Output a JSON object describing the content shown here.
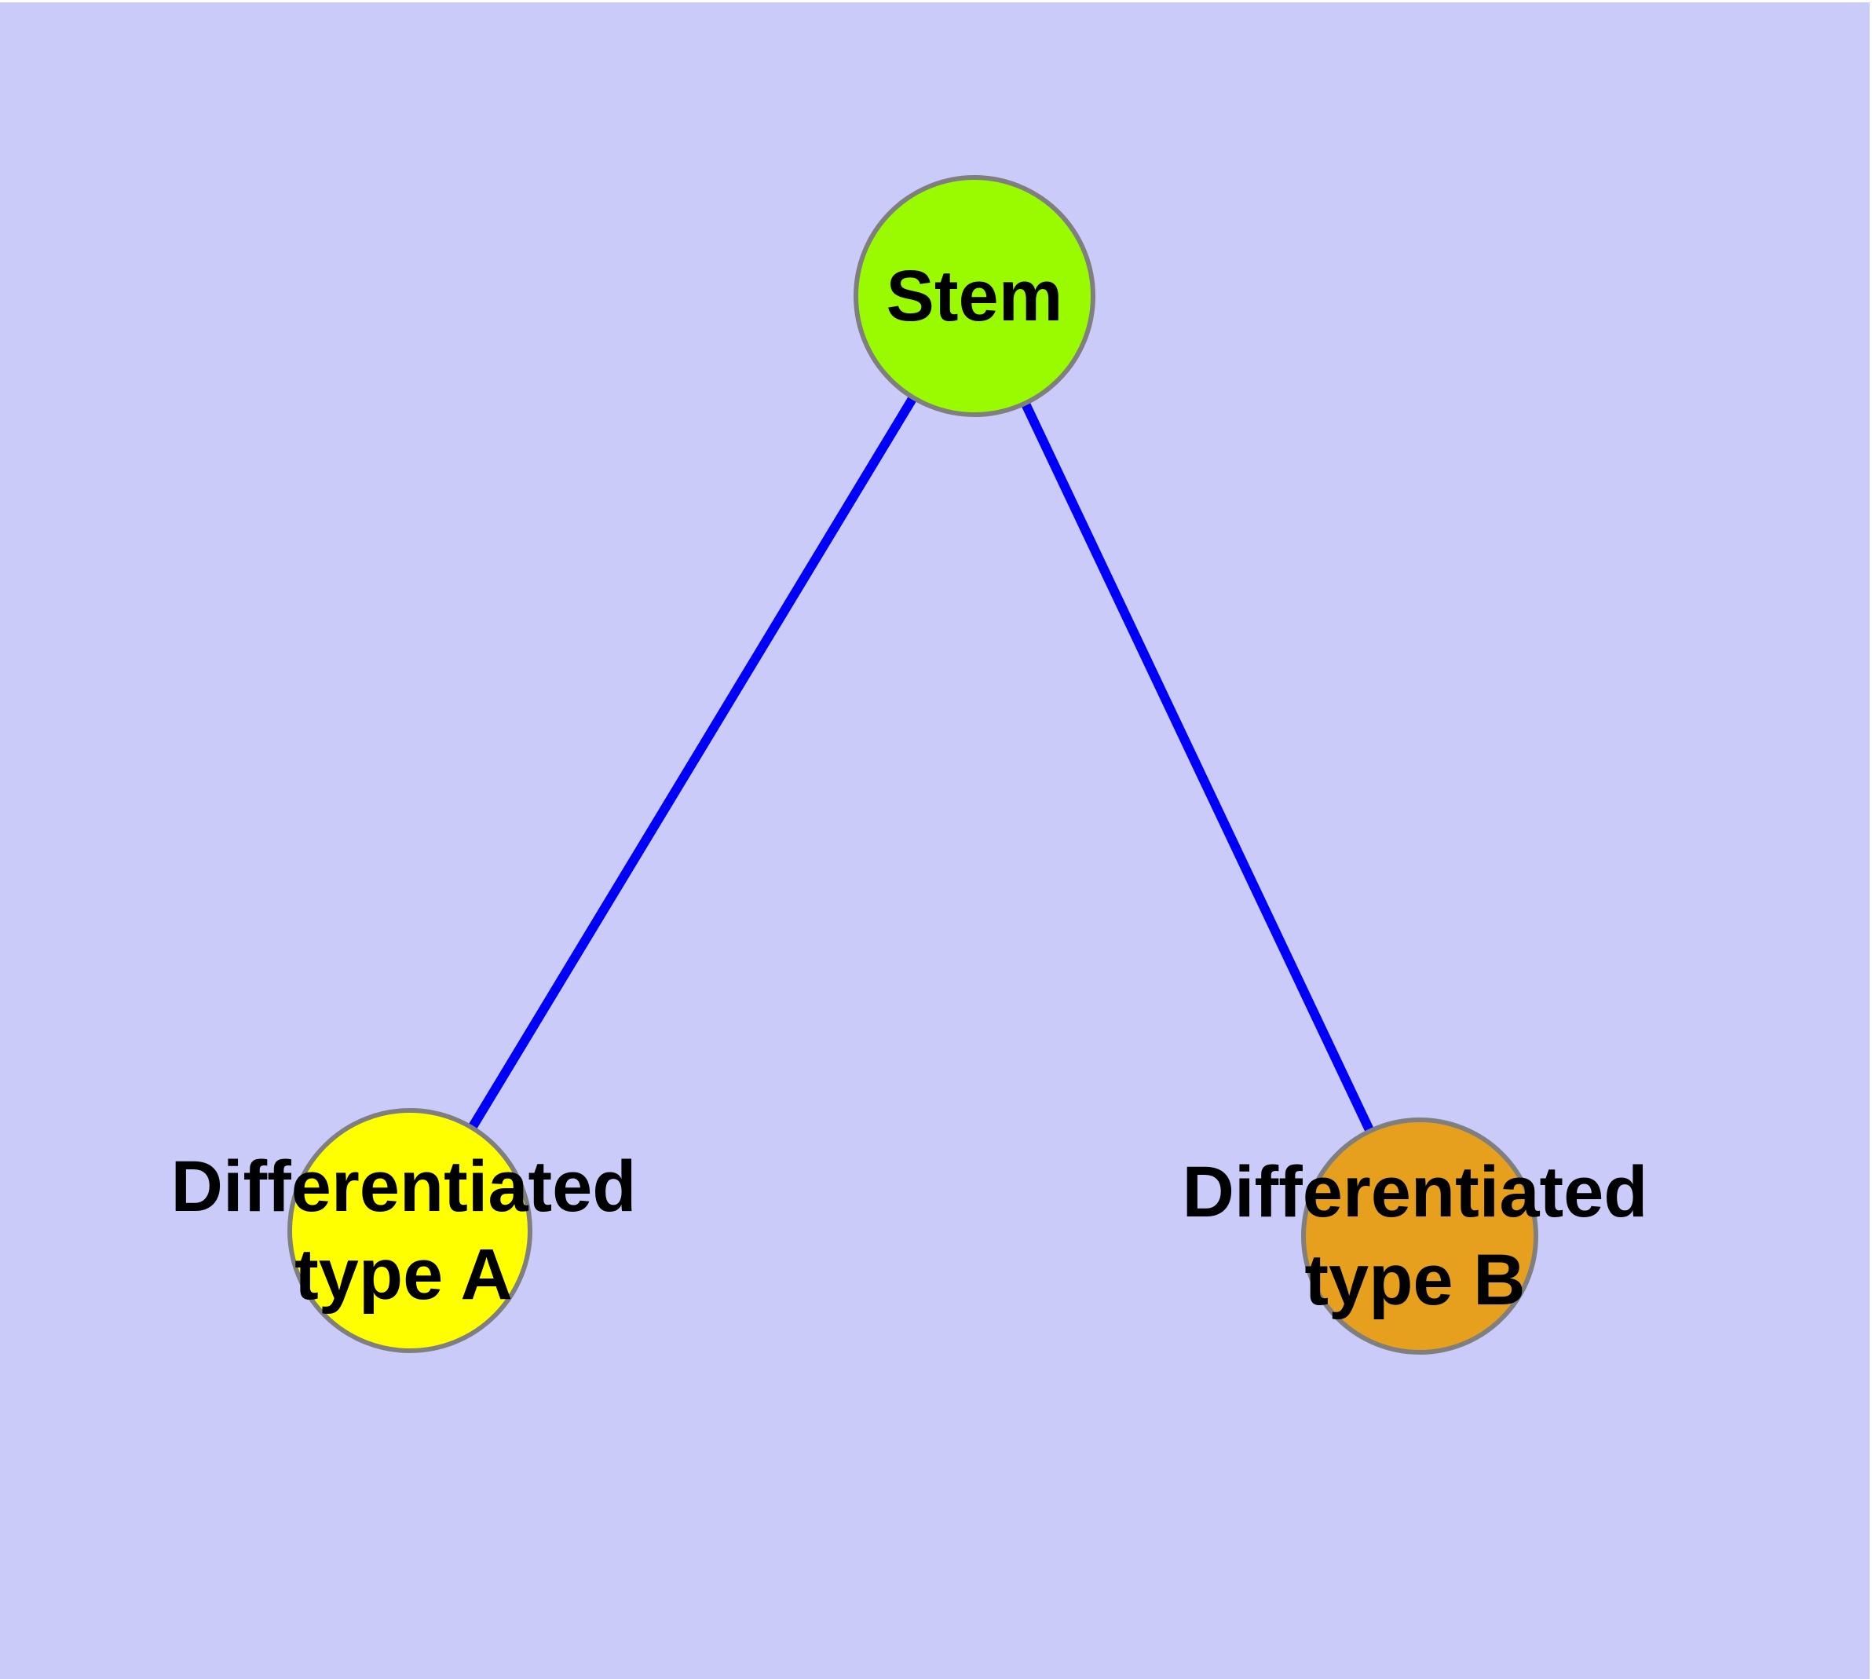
{
  "diagram": {
    "type": "node-link-graph",
    "background_color": "#CBCBF9",
    "top_margin_color": "#FFFFFF",
    "edge_color": "#0000F8",
    "node_border_color": "#7F7F7F",
    "label_color": "#000000",
    "nodes": [
      {
        "id": "stem",
        "label": "Stem",
        "lines": [
          "Stem"
        ],
        "color": "#9AFA00"
      },
      {
        "id": "differentiated-type-a",
        "label": "Differentiated type A",
        "lines": [
          "Differentiated",
          "type A"
        ],
        "color": "#FFFF00"
      },
      {
        "id": "differentiated-type-b",
        "label": "Differentiated type B",
        "lines": [
          "Differentiated",
          "type B"
        ],
        "color": "#E6A01E"
      }
    ],
    "edges": [
      {
        "from": "Stem",
        "to": "Differentiated type A"
      },
      {
        "from": "Stem",
        "to": "Differentiated type B"
      }
    ]
  }
}
